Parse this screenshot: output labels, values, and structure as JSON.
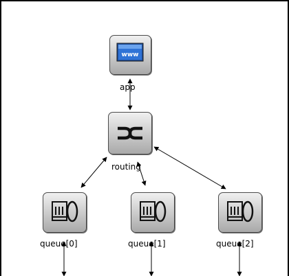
{
  "nodes": {
    "app": {
      "label": "app",
      "icon": "www-icon"
    },
    "routing": {
      "label": "routing",
      "icon": "routing-switch-icon"
    },
    "queue0": {
      "label": "queue[0]",
      "icon": "queue-icon"
    },
    "queue1": {
      "label": "queue[1]",
      "icon": "queue-icon"
    },
    "queue2": {
      "label": "queue[2]",
      "icon": "queue-icon"
    }
  },
  "colors": {
    "icon_frame": "#4a4a4a",
    "www_screen": "#2f73d6",
    "edge": "#000000"
  }
}
